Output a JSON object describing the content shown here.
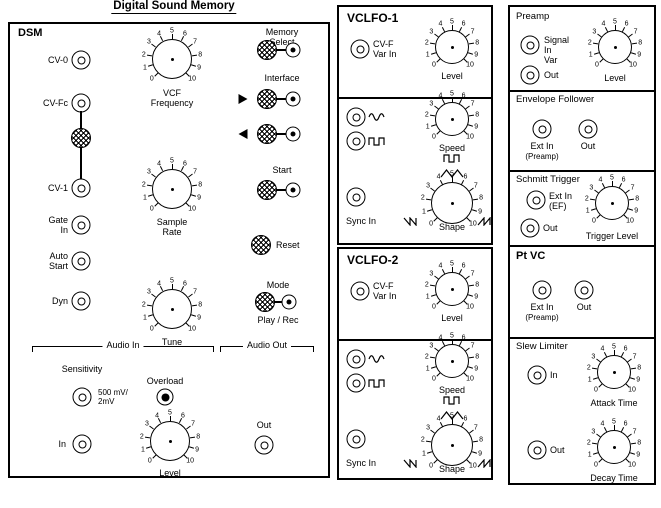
{
  "title": "Digital  Sound  Memory",
  "knob_scale": [
    "0",
    "1",
    "2",
    "3",
    "4",
    "5",
    "6",
    "7",
    "8",
    "9",
    "10"
  ],
  "dsm": {
    "name": "DSM",
    "cv0": "CV-0",
    "cvfc": "CV-Fc",
    "cv1": "CV-1",
    "gate_in": "Gate\nIn",
    "auto_start": "Auto\nStart",
    "dyn": "Dyn",
    "vcf_frequency": "VCF\nFrequency",
    "sample_rate": "Sample\nRate",
    "tune": "Tune",
    "memory_select": "Memory Select",
    "interface": "Interface",
    "start": "Start",
    "reset": "Reset",
    "mode": "Mode",
    "play_rec": "Play / Rec",
    "audio_in": "Audio In",
    "audio_out": "Audio Out",
    "sensitivity": "Sensitivity",
    "sens_value": "500 mV/\n2mV",
    "overload": "Overload",
    "in": "In",
    "level": "Level",
    "out": "Out"
  },
  "vclfo1": {
    "title": "VCLFO-1",
    "cvf_var_in": "CV-F\nVar In",
    "level": "Level",
    "speed": "Speed",
    "shape": "Shape",
    "sync_in": "Sync In"
  },
  "vclfo2": {
    "title": "VCLFO-2",
    "cvf_var_in": "CV-F\nVar In",
    "level": "Level",
    "speed": "Speed",
    "shape": "Shape",
    "sync_in": "Sync In"
  },
  "preamp": {
    "title": "Preamp",
    "signal_in": "Signal\nIn",
    "var": "Var",
    "out": "Out",
    "level": "Level"
  },
  "envelope_follower": {
    "title": "Envelope Follower",
    "ext_in": "Ext In",
    "source": "(Preamp)",
    "out": "Out"
  },
  "schmitt_trigger": {
    "title": "Schmitt Trigger",
    "ext_in": "Ext In\n(EF)",
    "out": "Out",
    "trigger_level": "Trigger Level"
  },
  "ptvc": {
    "title": "Pt VC",
    "ext_in": "Ext In",
    "source": "(Preamp)",
    "out": "Out"
  },
  "slew_limiter": {
    "title": "Slew Limiter",
    "in": "In",
    "attack_time": "Attack Time",
    "out": "Out",
    "decay_time": "Decay Time"
  }
}
